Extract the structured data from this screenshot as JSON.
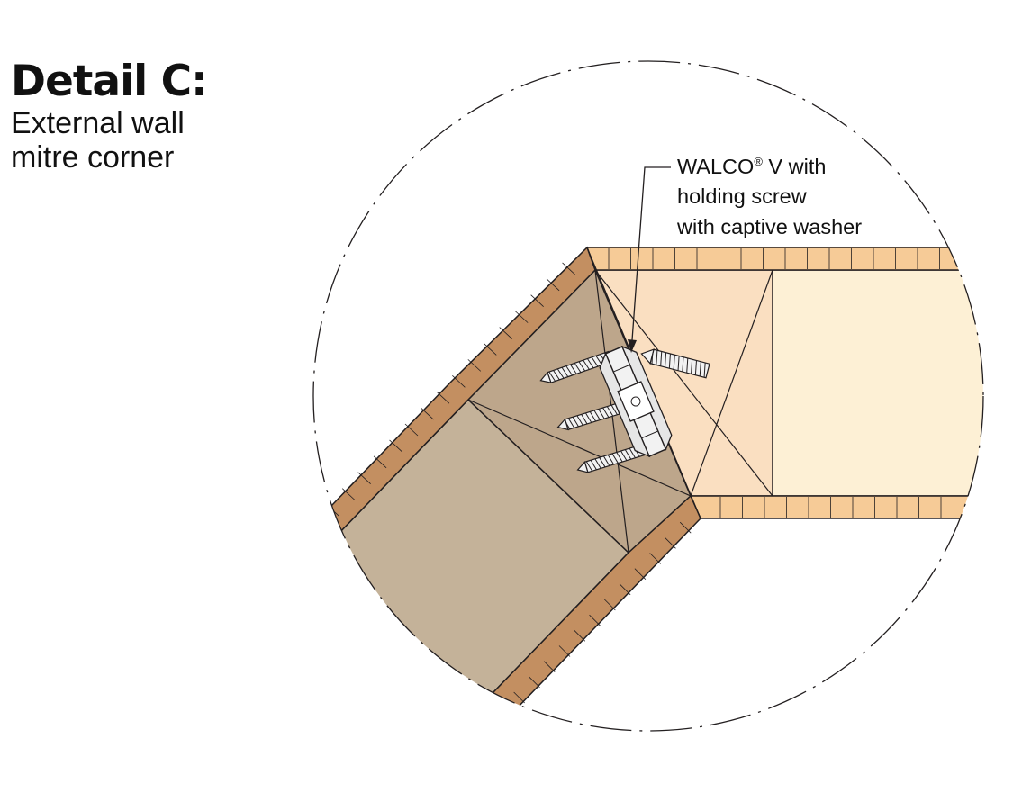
{
  "title": "Detail C:",
  "subtitle_lines": [
    "External wall",
    "mitre corner"
  ],
  "callout": {
    "brand": "WALCO",
    "trademark": "®",
    "line1_rest": " V with",
    "line2": "holding screw",
    "line3": "with captive washer"
  },
  "colors": {
    "left_panel_core": "#c4b299",
    "left_panel_block": "#bda68b",
    "left_panel_facing": "#c38f61",
    "right_panel_core": "#fdf0d5",
    "right_panel_block": "#fadfc1",
    "right_panel_facing": "#f6cb97",
    "outline": "#231f20",
    "connector": "#f2f2f2"
  },
  "icons": [
    "screw-icon",
    "connector-bracket-icon"
  ]
}
